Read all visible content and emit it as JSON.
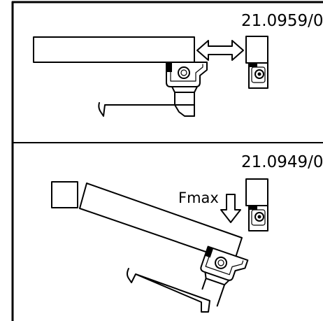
{
  "panels": [
    {
      "code": "21.0959/0"
    },
    {
      "code": "21.0949/0",
      "force_label": "Fmax"
    }
  ],
  "colors": {
    "line": "#000000",
    "background": "#ffffff"
  },
  "icons": [
    "double-arrow-icon",
    "down-arrow-icon"
  ]
}
